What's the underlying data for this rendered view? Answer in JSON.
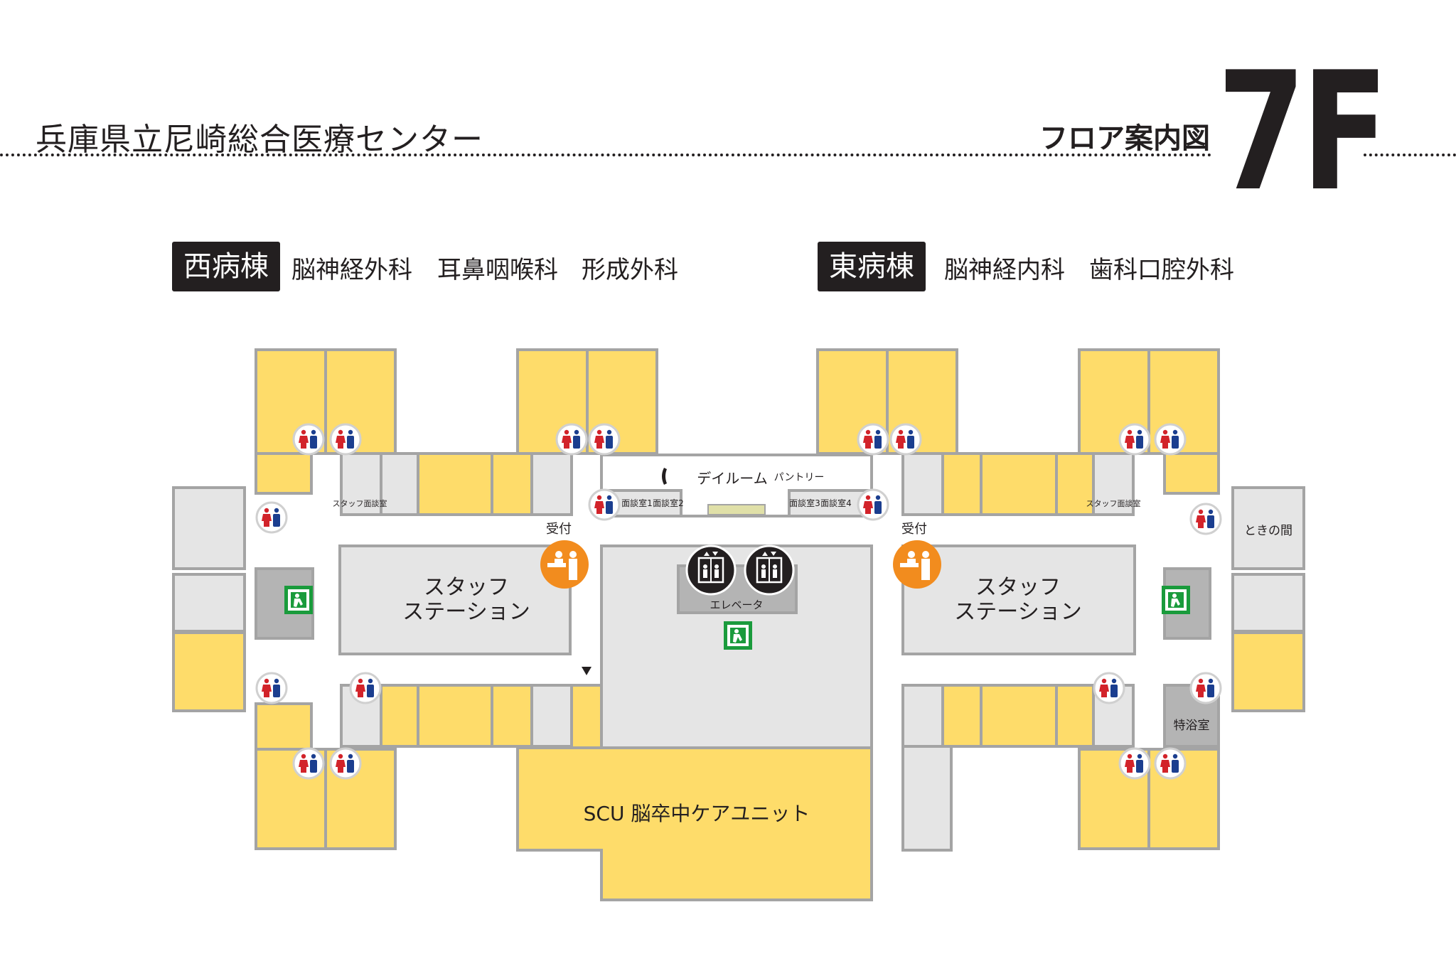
{
  "header": {
    "hospital_name": "兵庫県立尼崎総合医療センター",
    "guide_label": "フロア案内図",
    "floor": "7F"
  },
  "wings": {
    "west": {
      "name": "西病棟",
      "departments": [
        "脳神経外科",
        "耳鼻咽喉科",
        "形成外科"
      ]
    },
    "east": {
      "name": "東病棟",
      "departments": [
        "脳神経内科",
        "歯科口腔外科"
      ]
    }
  },
  "map": {
    "colors": {
      "ward_room": "#fedc6a",
      "support_room": "#e5e5e5",
      "wall": "#a4a4a4",
      "corridor": "#ffffff",
      "service": "#b4b4b4",
      "reception": "#f28c1e",
      "exit_sign": "#1a9b3c",
      "toilet_male": "#1b3e8f",
      "toilet_female": "#d2232a"
    },
    "labels": {
      "staff_station": "スタッフ\nステーション",
      "reception": "受付",
      "dayroom": "デイルーム",
      "pantry": "パントリー",
      "elevator": "エレベータ",
      "scu": "SCU 脳卒中ケアユニット",
      "staff_interview": "スタッフ面談室",
      "interview_1": "面談室1",
      "interview_2": "面談室2",
      "interview_3": "面談室3",
      "interview_4": "面談室4",
      "tokinoma": "ときの間",
      "special_bath": "特浴室"
    },
    "icons": [
      "toilet-icon",
      "reception-icon",
      "elevator-icon",
      "emergency-exit-icon",
      "phone-icon"
    ]
  }
}
